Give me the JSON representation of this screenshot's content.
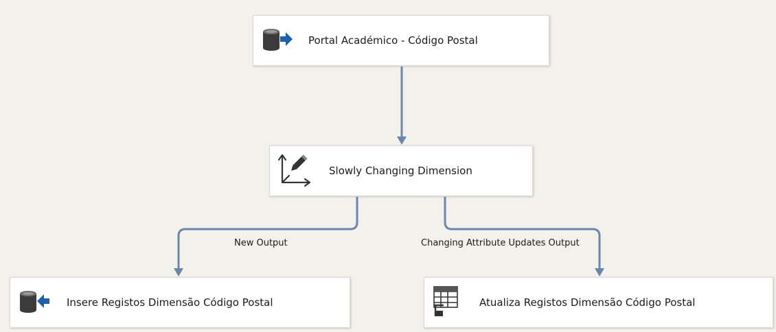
{
  "canvas": {
    "background_color": "#f3f1eb",
    "connector_color": "#6b86ad"
  },
  "nodes": {
    "source": {
      "label": "Portal Académico - Código Postal",
      "icon": "database-source-icon"
    },
    "scd": {
      "label": "Slowly Changing Dimension",
      "icon": "slowly-changing-dimension-icon"
    },
    "insert_destination": {
      "label": "Insere Registos Dimensão Código Postal",
      "icon": "database-destination-icon"
    },
    "update_command": {
      "label": "Atualiza Registos Dimensão Código Postal",
      "icon": "ole-db-command-icon"
    }
  },
  "paths": {
    "new_output": "New Output",
    "changing_attribute_updates_output": "Changing Attribute Updates Output"
  }
}
